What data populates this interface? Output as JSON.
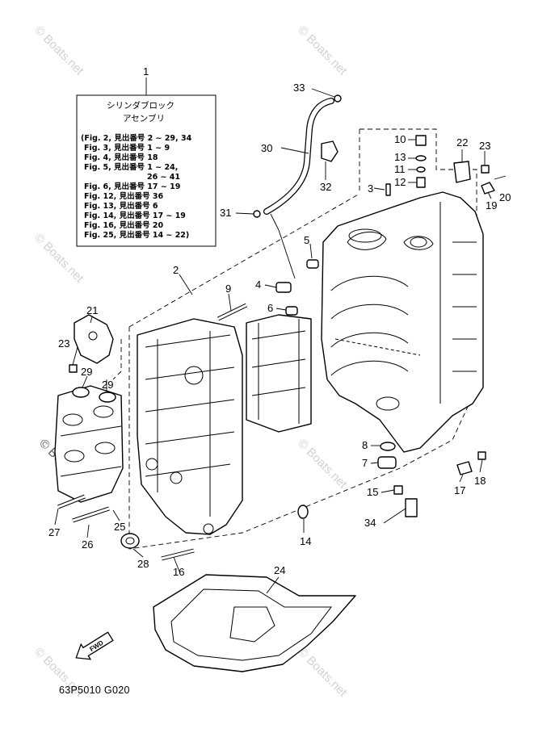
{
  "info_box": {
    "callout": "1",
    "title_line1": "シリンダブロック",
    "title_line2": "アセンブリ",
    "refs": [
      "(Fig. 2, 見出番号 2 ~ 29, 34",
      "Fig. 3, 見出番号 1 ~ 9",
      "Fig. 4, 見出番号 18",
      "Fig. 5, 見出番号 1 ~ 24,",
      "26 ~ 41",
      "Fig. 6, 見出番号 17 ~ 19",
      "Fig. 12, 見出番号 36",
      "Fig. 13, 見出番号 6",
      "Fig. 14, 見出番号 17 ~ 19",
      "Fig. 16, 見出番号 20",
      "Fig. 25, 見出番号 14 ~ 22)"
    ]
  },
  "callouts": {
    "c2": "2",
    "c3": "3",
    "c4": "4",
    "c5": "5",
    "c6": "6",
    "c7": "7",
    "c8": "8",
    "c9": "9",
    "c10": "10",
    "c11": "11",
    "c12": "12",
    "c13": "13",
    "c14": "14",
    "c15": "15",
    "c16": "16",
    "c17": "17",
    "c18": "18",
    "c19": "19",
    "c20": "20",
    "c21": "21",
    "c22": "22",
    "c23a": "23",
    "c23b": "23",
    "c24": "24",
    "c25": "25",
    "c26": "26",
    "c27": "27",
    "c28": "28",
    "c29a": "29",
    "c29b": "29",
    "c30": "30",
    "c31": "31",
    "c32": "32",
    "c33": "33",
    "c34": "34"
  },
  "watermark": "© Boats.net",
  "diagram_code": "63P5010 G020",
  "fwd_label": "FWD"
}
